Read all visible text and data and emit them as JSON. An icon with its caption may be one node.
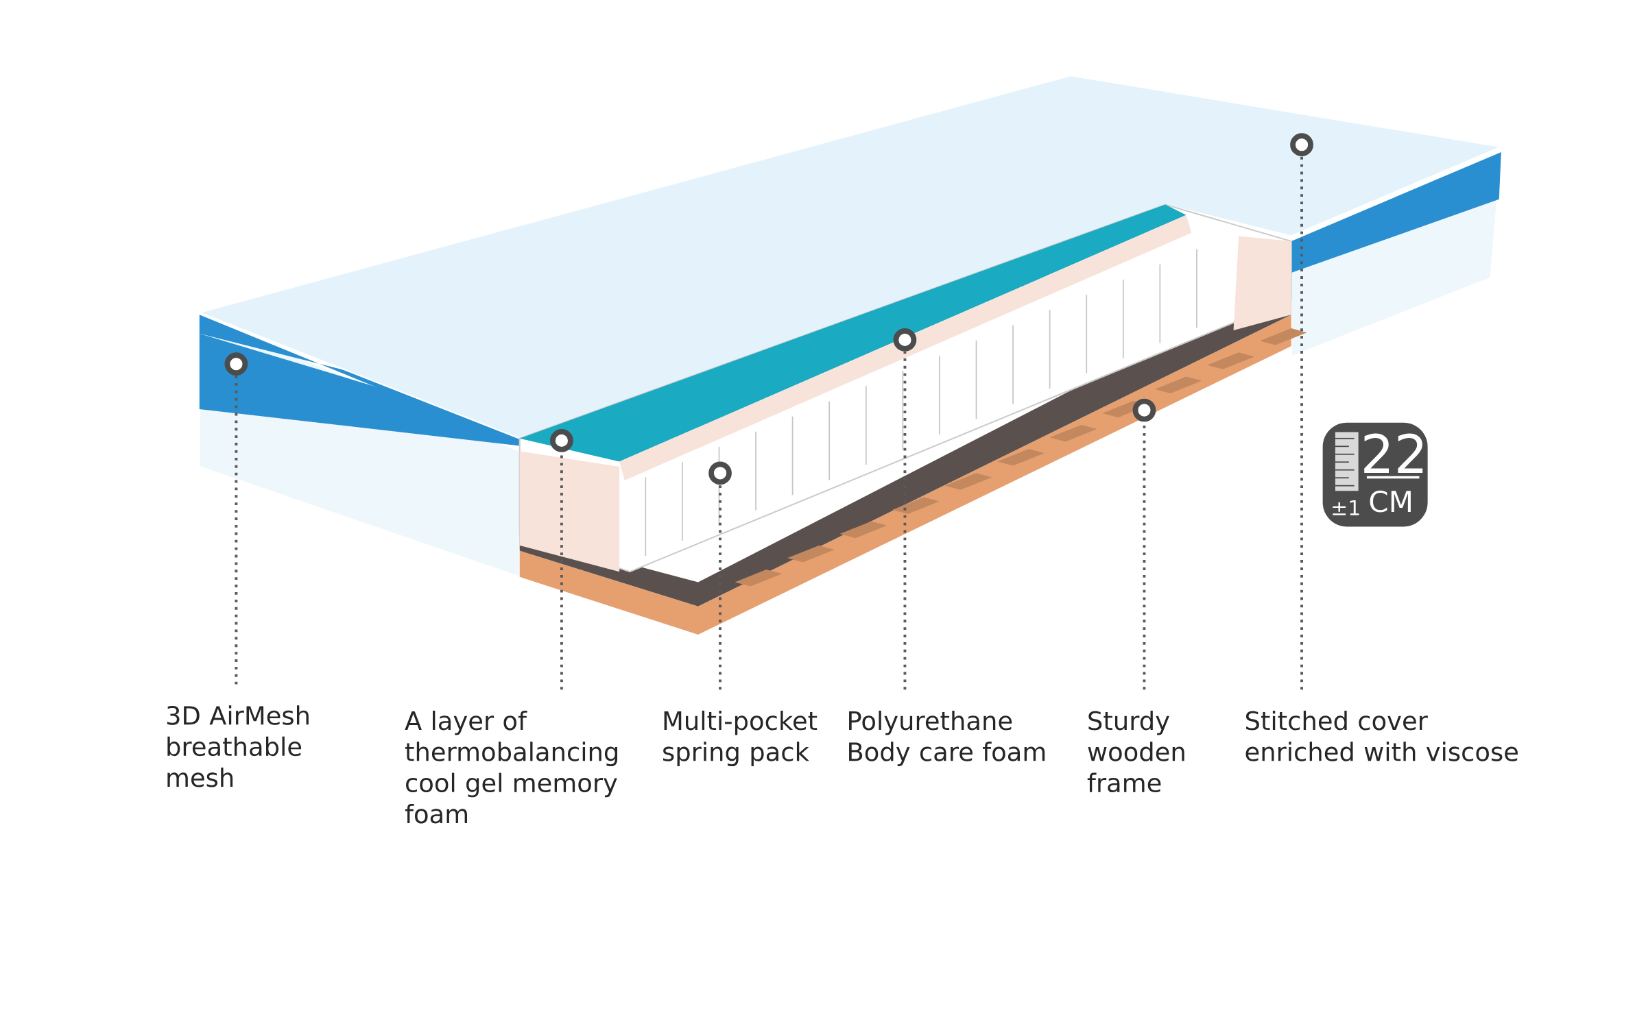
{
  "diagram": {
    "nodes": [
      {
        "text": [
          "3D AirMesh breathable mesh"
        ]
      },
      {
        "text": [
          "A layer of thermobalancing cool gel memory foam"
        ]
      },
      {
        "text": [
          "Multi-pocket spring pack"
        ]
      },
      {
        "text": [
          "Polyurethane Body care foam"
        ]
      },
      {
        "text": [
          "Sturdy wooden frame"
        ]
      },
      {
        "text": [
          "Stitched cover enriched with viscose"
        ]
      },
      {
        "text": [],
        "shape": "circle"
      },
      {
        "text": [],
        "shape": "circle"
      },
      {
        "text": [],
        "shape": "circle"
      },
      {
        "text": [],
        "shape": "circle"
      },
      {
        "text": [],
        "shape": "circle"
      },
      {
        "text": [],
        "shape": "circle"
      }
    ],
    "edges": [
      {
        "from": 0,
        "to": 6,
        "arrow": "none"
      },
      {
        "from": 1,
        "to": 7,
        "arrow": "none"
      },
      {
        "from": 2,
        "to": 8,
        "arrow": "none"
      },
      {
        "from": 3,
        "to": 9,
        "arrow": "none"
      },
      {
        "from": 4,
        "to": 10,
        "arrow": "none"
      },
      {
        "from": 5,
        "to": 11,
        "arrow": "none"
      }
    ],
    "labels": [
      "22",
      "±1",
      "CM"
    ]
  }
}
